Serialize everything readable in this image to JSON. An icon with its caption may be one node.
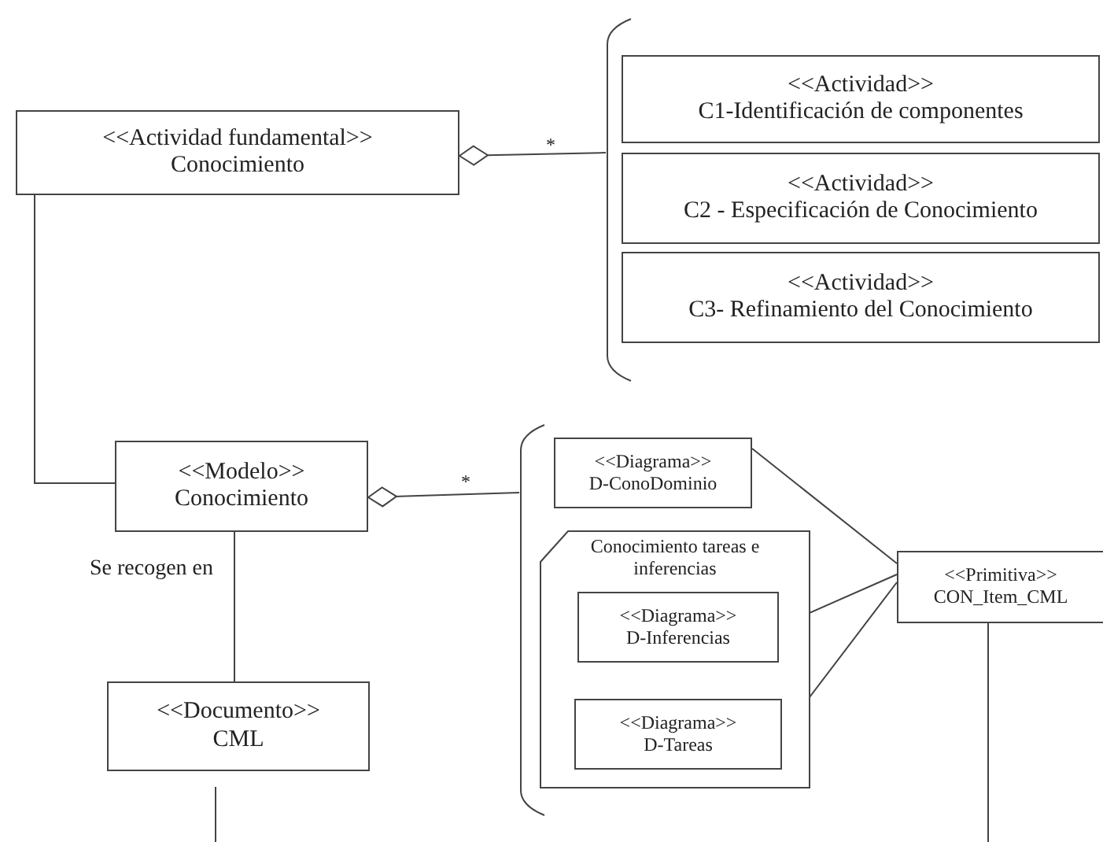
{
  "diagram": {
    "nodes": [
      {
        "text": [
          "<<Actividad fundamental>>",
          "Conocimiento"
        ]
      },
      {
        "text": [],
        "shape": "bar"
      },
      {
        "text": [
          "<<Actividad>>",
          "C1-Identificación de componentes"
        ]
      },
      {
        "text": [
          "<<Actividad>>",
          "C2 - Especificación de Conocimiento"
        ]
      },
      {
        "text": [
          "<<Actividad>>",
          "C3- Refinamiento del Conocimiento"
        ]
      },
      {
        "text": [
          "<<Modelo>>",
          "Conocimiento"
        ]
      },
      {
        "text": [],
        "shape": "bar"
      },
      {
        "text": [
          "<<Diagrama>>",
          "D-ConoDominio"
        ]
      },
      {
        "text": [
          "Conocimiento tareas e inferencias"
        ]
      },
      {
        "text": [
          "<<Diagrama>>",
          "D-Inferencias"
        ],
        "in": 8
      },
      {
        "text": [
          "<<Diagrama>>",
          "D-Tareas"
        ],
        "in": 8
      },
      {
        "text": [
          "<<Primitiva>>",
          "CON_Item_CML"
        ]
      },
      {
        "text": [
          "<<Documento>>",
          "CML"
        ]
      }
    ],
    "edges": [
      {
        "from": 0,
        "to": 1,
        "arrow": "other",
        "label": "*"
      },
      {
        "from": 0,
        "to": 5,
        "arrow": "none"
      },
      {
        "from": 5,
        "to": 6,
        "arrow": "other",
        "label": "*"
      },
      {
        "from": 5,
        "to": 12,
        "arrow": "none",
        "label": "Se recogen en"
      },
      {
        "from": 7,
        "to": 11,
        "arrow": "none"
      },
      {
        "from": 9,
        "to": 11,
        "arrow": "none"
      },
      {
        "from": 10,
        "to": 11,
        "arrow": "none"
      },
      {
        "from": 12,
        "to": null,
        "arrow": "none"
      },
      {
        "from": 11,
        "to": null,
        "arrow": "none"
      }
    ]
  }
}
